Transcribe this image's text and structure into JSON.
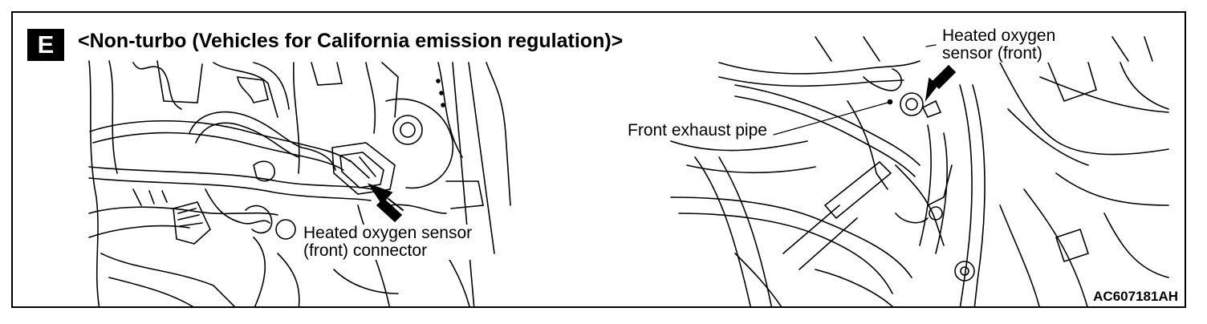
{
  "section_badge": "E",
  "title": "<Non-turbo (Vehicles for California emission regulation)>",
  "labels": {
    "left_line1": "Heated oxygen sensor",
    "left_line2": "(front) connector",
    "right_exhaust": "Front exhaust pipe",
    "right_line1": "Heated oxygen",
    "right_line2": "sensor (front)"
  },
  "figure_code": "AC607181AH"
}
